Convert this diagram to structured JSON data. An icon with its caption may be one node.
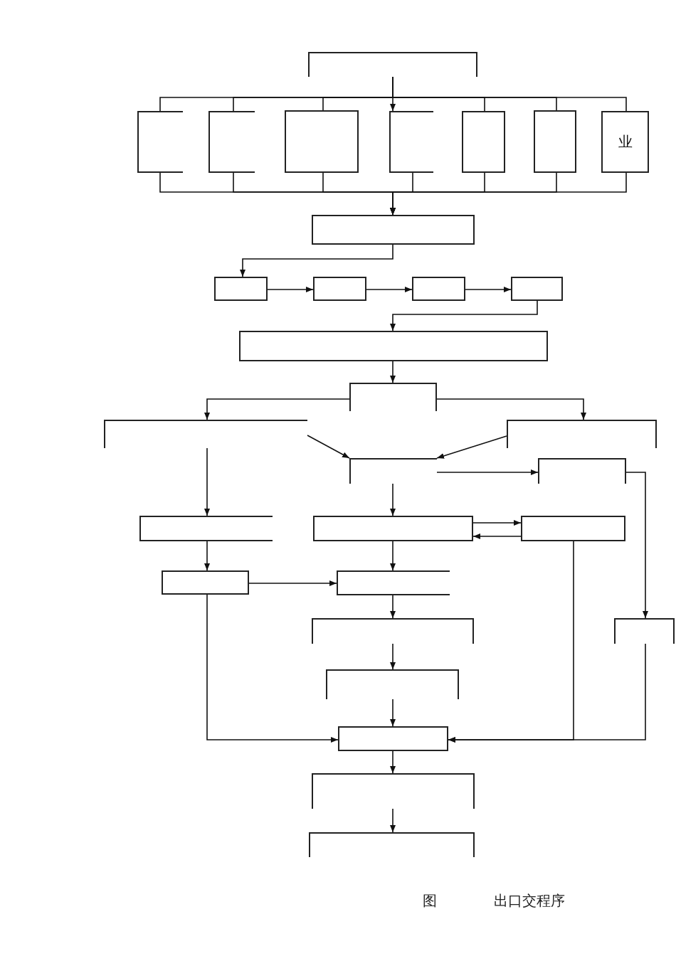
{
  "diagram": {
    "nodes": [
      {
        "text": [],
        "shape": "box"
      },
      {
        "text": [],
        "shape": "box"
      },
      {
        "text": [],
        "shape": "box"
      },
      {
        "text": [],
        "shape": "box"
      },
      {
        "text": [],
        "shape": "box"
      },
      {
        "text": [],
        "shape": "box"
      },
      {
        "text": [],
        "shape": "box"
      },
      {
        "text": [
          "业"
        ]
      },
      {
        "text": [],
        "shape": "box"
      },
      {
        "text": [],
        "shape": "box"
      },
      {
        "text": [],
        "shape": "box"
      },
      {
        "text": [],
        "shape": "box"
      },
      {
        "text": [],
        "shape": "box"
      },
      {
        "text": [],
        "shape": "box"
      },
      {
        "text": [],
        "shape": "box"
      },
      {
        "text": [],
        "shape": "box"
      },
      {
        "text": [],
        "shape": "box"
      },
      {
        "text": [],
        "shape": "box"
      },
      {
        "text": [],
        "shape": "box"
      },
      {
        "text": [],
        "shape": "box"
      },
      {
        "text": [],
        "shape": "box"
      },
      {
        "text": [],
        "shape": "box"
      },
      {
        "text": [],
        "shape": "box"
      },
      {
        "text": [],
        "shape": "box"
      },
      {
        "text": [],
        "shape": "box"
      },
      {
        "text": [],
        "shape": "box"
      },
      {
        "text": [],
        "shape": "box"
      },
      {
        "text": [],
        "shape": "box"
      },
      {
        "text": [],
        "shape": "box"
      },
      {
        "text": [],
        "shape": "box"
      }
    ],
    "edges": [
      {
        "from": 0,
        "to": 1,
        "arrow": "none"
      },
      {
        "from": 0,
        "to": 2,
        "arrow": "none"
      },
      {
        "from": 0,
        "to": 3,
        "arrow": "none"
      },
      {
        "from": 0,
        "to": 4,
        "arrow": "to"
      },
      {
        "from": 0,
        "to": 5,
        "arrow": "none"
      },
      {
        "from": 0,
        "to": 6,
        "arrow": "none"
      },
      {
        "from": 0,
        "to": 7,
        "arrow": "none"
      },
      {
        "from": 1,
        "to": 8,
        "arrow": "to"
      },
      {
        "from": 2,
        "to": 8,
        "arrow": "to"
      },
      {
        "from": 3,
        "to": 8,
        "arrow": "to"
      },
      {
        "from": 4,
        "to": 8,
        "arrow": "to"
      },
      {
        "from": 5,
        "to": 8,
        "arrow": "to"
      },
      {
        "from": 6,
        "to": 8,
        "arrow": "to"
      },
      {
        "from": 7,
        "to": 8,
        "arrow": "to"
      },
      {
        "from": 8,
        "to": 9,
        "arrow": "to"
      },
      {
        "from": 9,
        "to": 10,
        "arrow": "to"
      },
      {
        "from": 10,
        "to": 11,
        "arrow": "to"
      },
      {
        "from": 11,
        "to": 12,
        "arrow": "to"
      },
      {
        "from": 12,
        "to": 13,
        "arrow": "to"
      },
      {
        "from": 13,
        "to": 14,
        "arrow": "to"
      },
      {
        "from": 14,
        "to": 15,
        "arrow": "to"
      },
      {
        "from": 14,
        "to": 16,
        "arrow": "to"
      },
      {
        "from": 15,
        "to": 17,
        "arrow": "to"
      },
      {
        "from": 16,
        "to": 17,
        "arrow": "to"
      },
      {
        "from": 17,
        "to": 18,
        "arrow": "to"
      },
      {
        "from": 15,
        "to": 19,
        "arrow": "to"
      },
      {
        "from": 17,
        "to": 20,
        "arrow": "to"
      },
      {
        "from": 20,
        "to": 21,
        "arrow": "to"
      },
      {
        "from": 21,
        "to": 20,
        "arrow": "to"
      },
      {
        "from": 19,
        "to": 22,
        "arrow": "to"
      },
      {
        "from": 22,
        "to": 23,
        "arrow": "to"
      },
      {
        "from": 20,
        "to": 23,
        "arrow": "to"
      },
      {
        "from": 23,
        "to": 24,
        "arrow": "to"
      },
      {
        "from": 24,
        "to": 25,
        "arrow": "to"
      },
      {
        "from": 25,
        "to": 26,
        "arrow": "to"
      },
      {
        "from": 18,
        "to": 29,
        "arrow": "to"
      },
      {
        "from": 22,
        "to": 26,
        "arrow": "to"
      },
      {
        "from": 21,
        "to": 26,
        "arrow": "to"
      },
      {
        "from": 29,
        "to": 26,
        "arrow": "to"
      },
      {
        "from": 26,
        "to": 27,
        "arrow": "to"
      },
      {
        "from": 27,
        "to": 28,
        "arrow": "to"
      }
    ],
    "labels": [
      "图",
      "出口交程序"
    ]
  }
}
